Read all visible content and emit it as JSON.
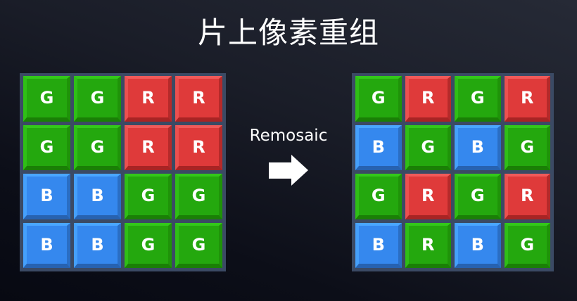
{
  "title": "片上像素重组",
  "transition": {
    "label": "Remosaic",
    "icon": "right-arrow-icon"
  },
  "colors": {
    "G": "#24a80e",
    "R": "#df3a3a",
    "B": "#3588ee",
    "grid_bg": "#3b4a64",
    "text": "#ffffff"
  },
  "left_grid": {
    "name": "quad-bayer",
    "rows": [
      [
        {
          "color": "G",
          "label": "G"
        },
        {
          "color": "G",
          "label": "G"
        },
        {
          "color": "R",
          "label": "R"
        },
        {
          "color": "R",
          "label": "R"
        }
      ],
      [
        {
          "color": "G",
          "label": "G"
        },
        {
          "color": "G",
          "label": "G"
        },
        {
          "color": "R",
          "label": "R"
        },
        {
          "color": "R",
          "label": "R"
        }
      ],
      [
        {
          "color": "B",
          "label": "B"
        },
        {
          "color": "B",
          "label": "B"
        },
        {
          "color": "G",
          "label": "G"
        },
        {
          "color": "G",
          "label": "G"
        }
      ],
      [
        {
          "color": "B",
          "label": "B"
        },
        {
          "color": "B",
          "label": "B"
        },
        {
          "color": "G",
          "label": "G"
        },
        {
          "color": "G",
          "label": "G"
        }
      ]
    ]
  },
  "right_grid": {
    "name": "bayer",
    "rows": [
      [
        {
          "color": "G",
          "label": "G"
        },
        {
          "color": "R",
          "label": "R"
        },
        {
          "color": "G",
          "label": "G"
        },
        {
          "color": "R",
          "label": "R"
        }
      ],
      [
        {
          "color": "B",
          "label": "B"
        },
        {
          "color": "G",
          "label": "G"
        },
        {
          "color": "B",
          "label": "B"
        },
        {
          "color": "G",
          "label": "G"
        }
      ],
      [
        {
          "color": "G",
          "label": "G"
        },
        {
          "color": "R",
          "label": "R"
        },
        {
          "color": "G",
          "label": "G"
        },
        {
          "color": "R",
          "label": "R"
        }
      ],
      [
        {
          "color": "B",
          "label": "B"
        },
        {
          "color": "G",
          "label": "R"
        },
        {
          "color": "B",
          "label": "B"
        },
        {
          "color": "G",
          "label": "G"
        }
      ]
    ]
  }
}
